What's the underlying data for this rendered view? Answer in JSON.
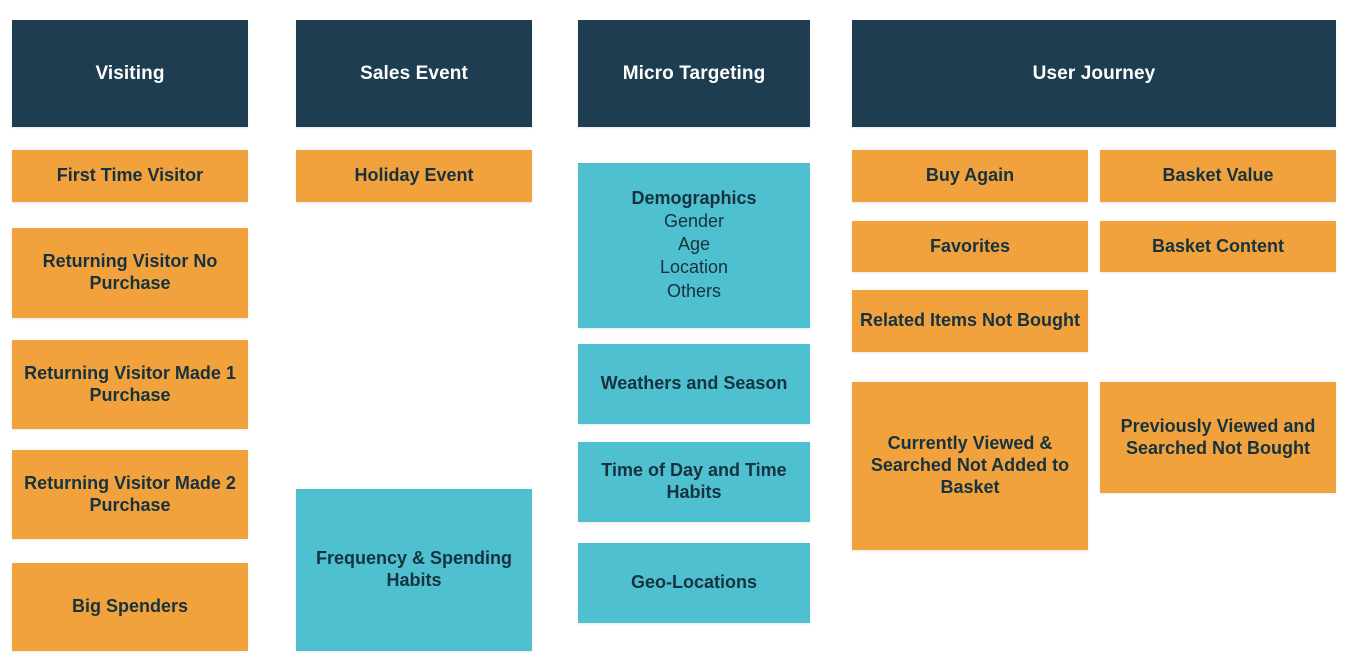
{
  "palette": {
    "header_bg": "#1E3D50",
    "header_text": "#FFFFFF",
    "orange": "#F2A23C",
    "teal": "#4FC0D0",
    "node_text": "#16323F",
    "page_bg": "#FFFFFF"
  },
  "columns": [
    {
      "key": "visiting",
      "header": "Visiting",
      "nodes": [
        {
          "label": "First Time Visitor",
          "color": "orange"
        },
        {
          "label": "Returning Visitor No Purchase",
          "color": "orange"
        },
        {
          "label": "Returning Visitor Made  1 Purchase",
          "color": "orange"
        },
        {
          "label": "Returning Visitor Made  2 Purchase",
          "color": "orange"
        },
        {
          "label": "Big Spenders",
          "color": "orange"
        }
      ]
    },
    {
      "key": "sales-event",
      "header": "Sales Event",
      "nodes": [
        {
          "label": "Holiday Event",
          "color": "orange"
        },
        {
          "label": "Frequency & Spending Habits",
          "color": "teal"
        }
      ]
    },
    {
      "key": "micro-targeting",
      "header": "Micro Targeting",
      "nodes": [
        {
          "label": "Demographics",
          "color": "teal",
          "sub_items": [
            "Gender",
            "Age",
            "Location",
            "Others"
          ]
        },
        {
          "label": "Weathers and Season",
          "color": "teal"
        },
        {
          "label": "Time of Day and Time Habits",
          "color": "teal"
        },
        {
          "label": "Geo-Locations",
          "color": "teal"
        }
      ]
    },
    {
      "key": "user-journey",
      "header": "User Journey",
      "nodes": [
        {
          "label": "Buy Again",
          "color": "orange"
        },
        {
          "label": "Basket Value",
          "color": "orange"
        },
        {
          "label": "Favorites",
          "color": "orange"
        },
        {
          "label": "Basket Content",
          "color": "orange"
        },
        {
          "label": "Related Items Not Bought",
          "color": "orange"
        },
        {
          "label": "Currently Viewed & Searched Not Added to Basket",
          "color": "orange"
        },
        {
          "label": "Previously Viewed and Searched Not Bought",
          "color": "orange"
        }
      ]
    }
  ]
}
